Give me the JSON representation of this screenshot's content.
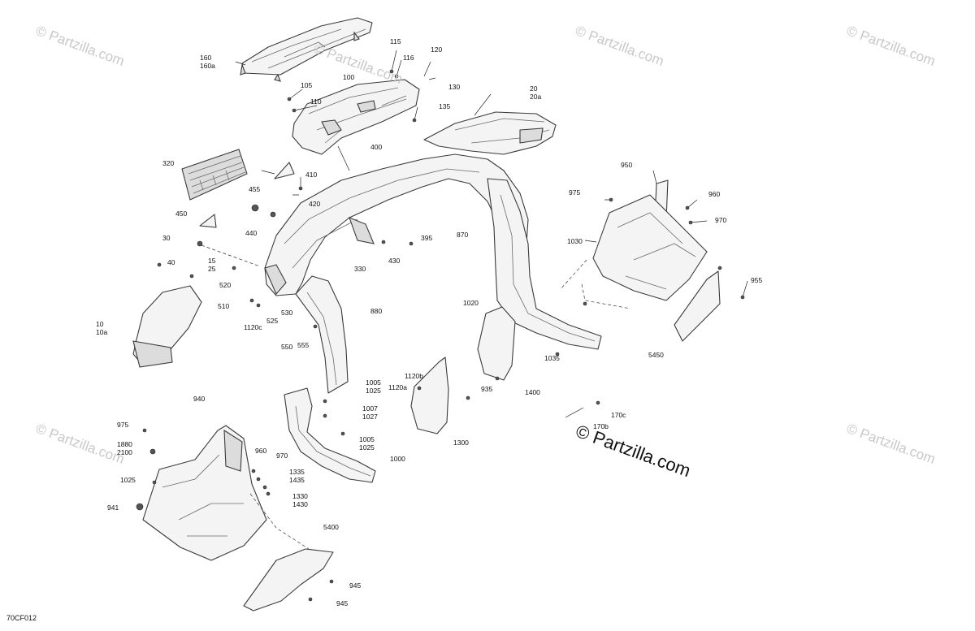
{
  "watermark": {
    "text": "© Partzilla.com",
    "main_text": "© Partzilla.com"
  },
  "diagram_code": "70CF012",
  "callouts": {
    "c160": "160\n160a",
    "c115": "115",
    "c116": "116",
    "c120": "120",
    "c130": "130",
    "c105": "105",
    "c100": "100",
    "c110": "110",
    "c135": "135",
    "c20": "20\n20a",
    "c400": "400",
    "c320": "320",
    "c455": "455",
    "c410": "410",
    "c420": "420",
    "c450": "450",
    "c440": "440",
    "c395": "395",
    "c870": "870",
    "c950": "950",
    "c975a": "975",
    "c960a": "960",
    "c970a": "970",
    "c1030": "1030",
    "c30": "30",
    "c40": "40",
    "c15": "15\n25",
    "c330": "330",
    "c430": "430",
    "c955": "955",
    "c520": "520",
    "c510": "510",
    "c530": "530",
    "c525": "525",
    "c1120c": "1120c",
    "c880": "880",
    "c10": "10\n10a",
    "c550": "550",
    "c555": "555",
    "c1020": "1020",
    "c5450": "5450",
    "c1035": "1035",
    "c1400": "1400",
    "c1005a": "1005\n1025",
    "c1120b": "1120b",
    "c1120a": "1120a",
    "c935": "935",
    "c940": "940",
    "c1007": "1007\n1027",
    "c170c": "170c",
    "c170b": "170b",
    "c975b": "975",
    "c1300": "1300",
    "c1005b": "1005\n1025",
    "c1880": "1880\n2100",
    "c960b": "960",
    "c970b": "970",
    "c1000": "1000",
    "c1335": "1335\n1435",
    "c1025": "1025",
    "c1330": "1330\n1430",
    "c941": "941",
    "c5400": "5400",
    "c945a": "945",
    "c945b": "945"
  }
}
